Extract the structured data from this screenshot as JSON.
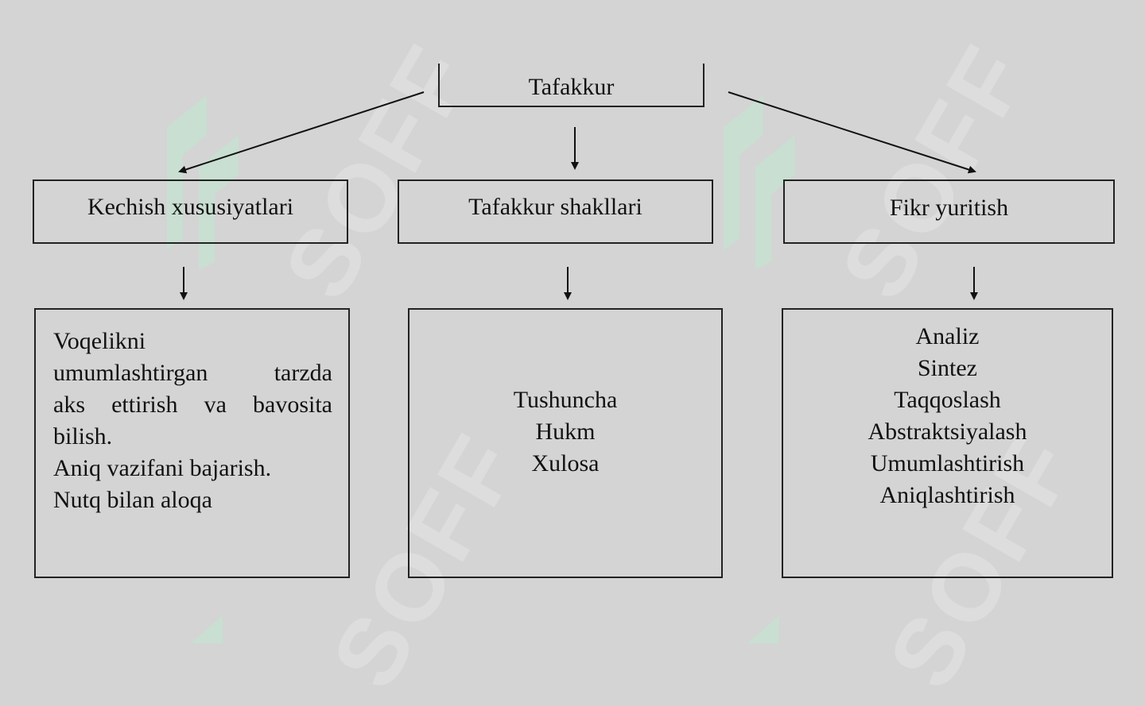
{
  "watermark": {
    "text": "SOFF"
  },
  "colors": {
    "background": "#d4d4d4",
    "line": "#222222",
    "watermark_logo": "#bfe9d2"
  },
  "diagram": {
    "root": {
      "label": "Tafakkur"
    },
    "categories": [
      {
        "label": "Kechish xususiyatlari",
        "lines": [
          "Voqelikni",
          "umumlashtirgan tarzda",
          "aks ettirish va bavosita",
          "bilish.",
          "Aniq vazifani bajarish.",
          "Nutq bilan aloqa"
        ]
      },
      {
        "label": "Tafakkur shakllari",
        "lines": [
          "Tushuncha",
          "Hukm",
          "Xulosa"
        ]
      },
      {
        "label": "Fikr yuritish",
        "lines": [
          "Analiz",
          "Sintez",
          "Taqqoslash",
          "Abstraktsiyalash",
          "Umumlashtirish",
          "Aniqlashtirish"
        ]
      }
    ]
  }
}
